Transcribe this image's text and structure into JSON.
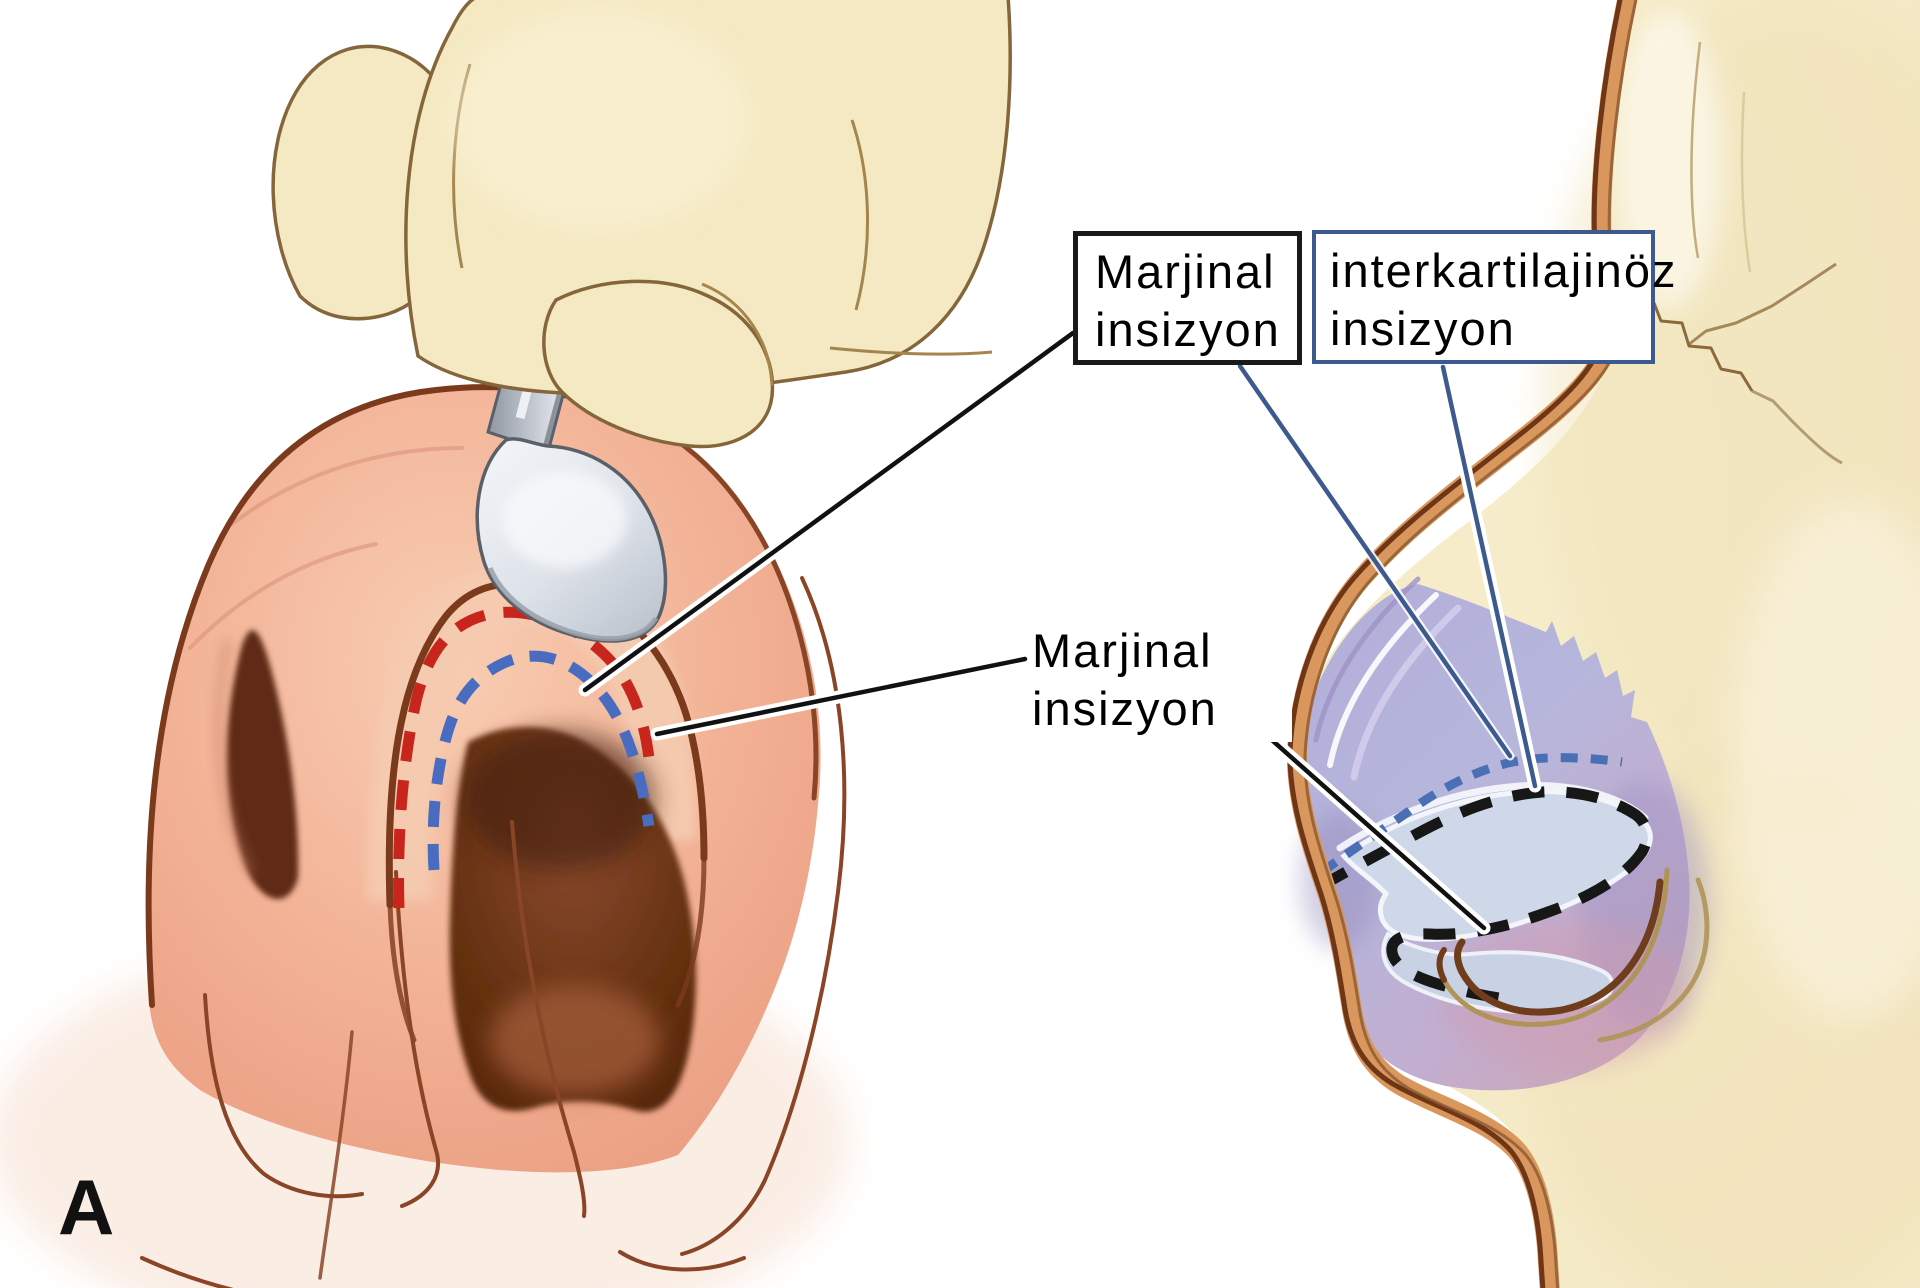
{
  "figure": {
    "panel_letter": "A",
    "labels": {
      "marginal_box": {
        "line1": "Marjinal",
        "line2": "insizyon"
      },
      "intercartilaginous_box": {
        "line1": "interkartilajinöz",
        "line2": "insizyon"
      },
      "marginal_plain": {
        "line1": "Marjinal",
        "line2": "insizyon"
      }
    },
    "colors": {
      "marginal_box_border": "#1a1a1a",
      "intercartilaginous_box_border": "#3d5a8e",
      "left_view_red_dashed_incision": "#c8251d",
      "left_view_blue_dashed_incision": "#4a6cc0",
      "right_view_intercartilaginous_blue_dots": "#4a6fb5",
      "right_view_marginal_black_dashes": "#171717",
      "leader_line_black": "#111111",
      "leader_line_blue": "#3d5a8e",
      "skin_pink": "#efa98c",
      "cartilage_lavender": "#b3aed8",
      "cartilage_pale_blue": "#cfd8e8",
      "face_cream": "#f5ebc8",
      "retractor_steel": "#c6ccd5"
    }
  }
}
